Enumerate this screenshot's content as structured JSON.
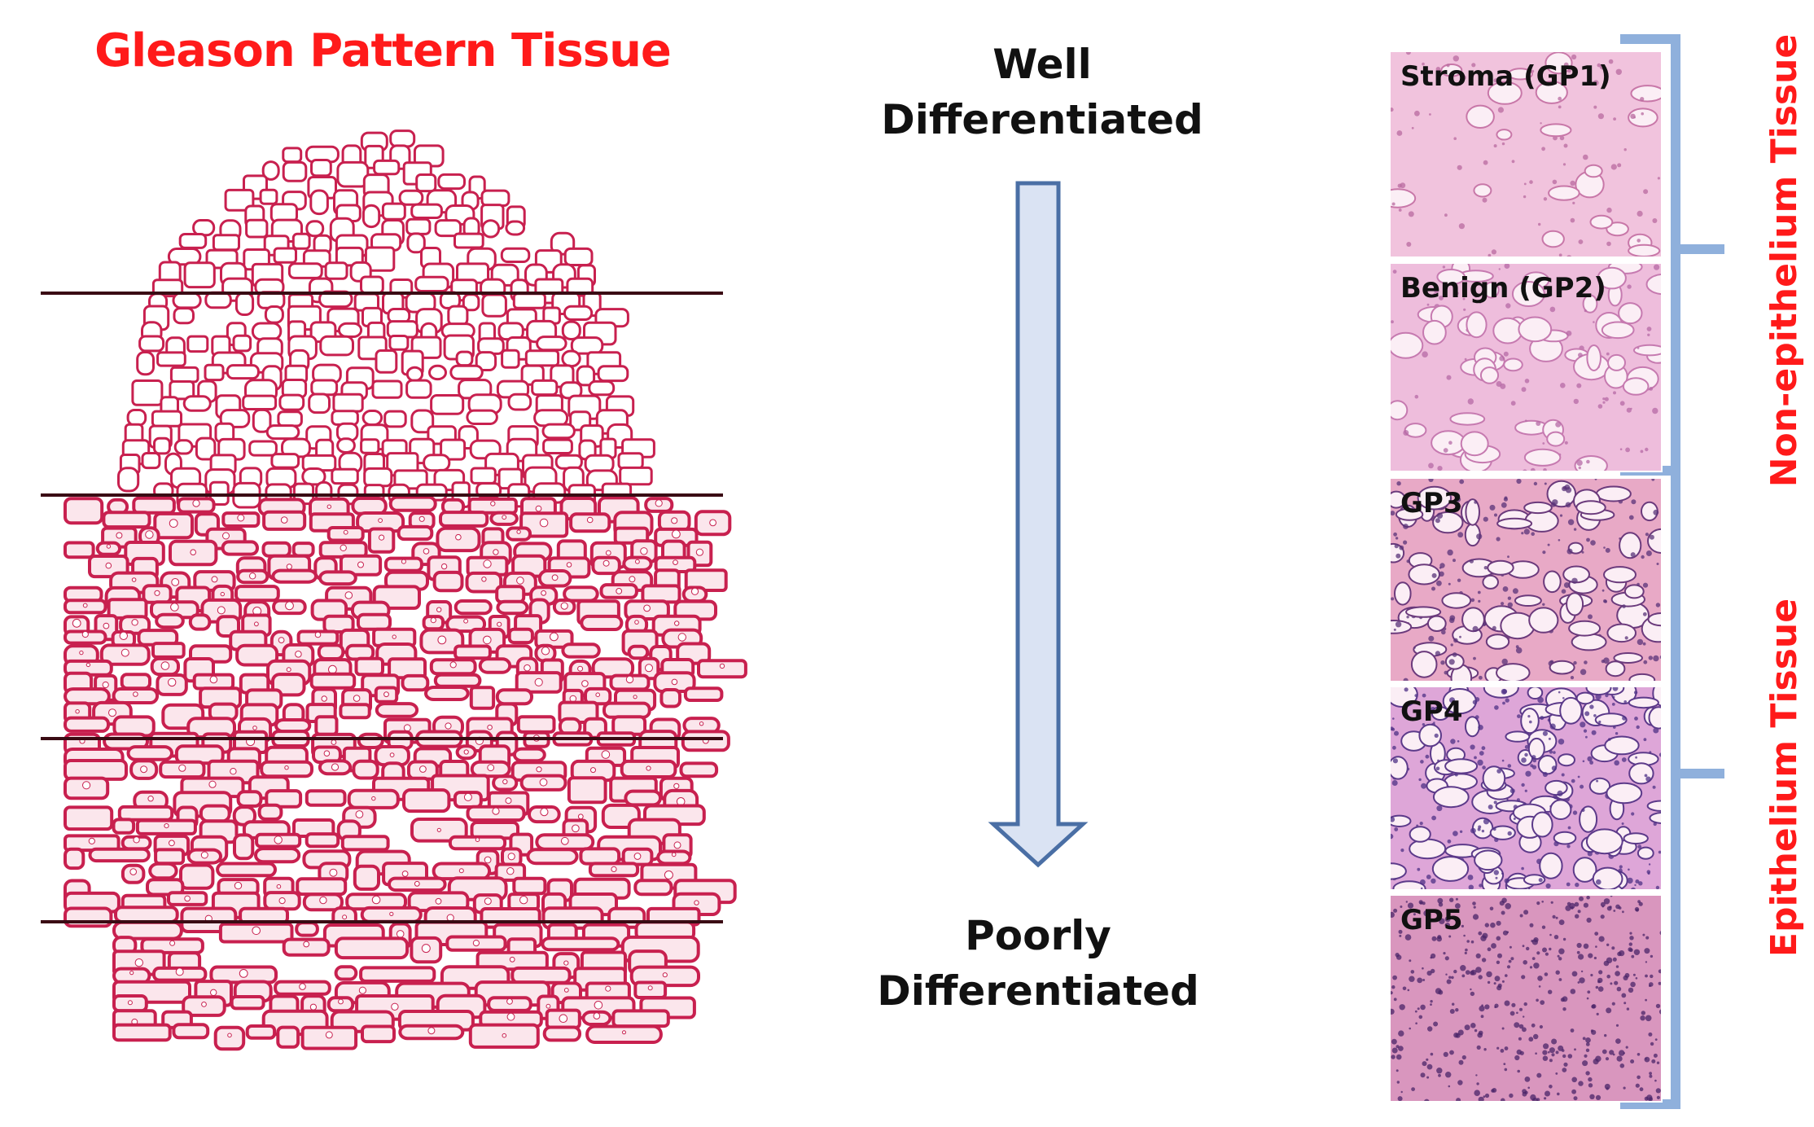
{
  "left_panel": {
    "title": "Gleason Pattern Tissue"
  },
  "center": {
    "top_label": [
      "Well",
      "Differentiated"
    ],
    "bottom_label": [
      "Poorly",
      "Differentiated"
    ]
  },
  "tiles": [
    {
      "id": "gp1",
      "label": "Stroma (GP1)"
    },
    {
      "id": "gp2",
      "label": "Benign (GP2)"
    },
    {
      "id": "gp3",
      "label": "GP3"
    },
    {
      "id": "gp4",
      "label": "GP4"
    },
    {
      "id": "gp5",
      "label": "GP5"
    }
  ],
  "brackets": {
    "upper_label": "Non-epithelium Tissue",
    "lower_label": "Epithelium Tissue"
  },
  "colors": {
    "title_red": "#ff1a1a",
    "tissue_pink": "#c8204f",
    "bracket_blue": "#8fb0dc",
    "arrow_fill": "#dae3f3",
    "arrow_stroke": "#4a6fa5"
  }
}
